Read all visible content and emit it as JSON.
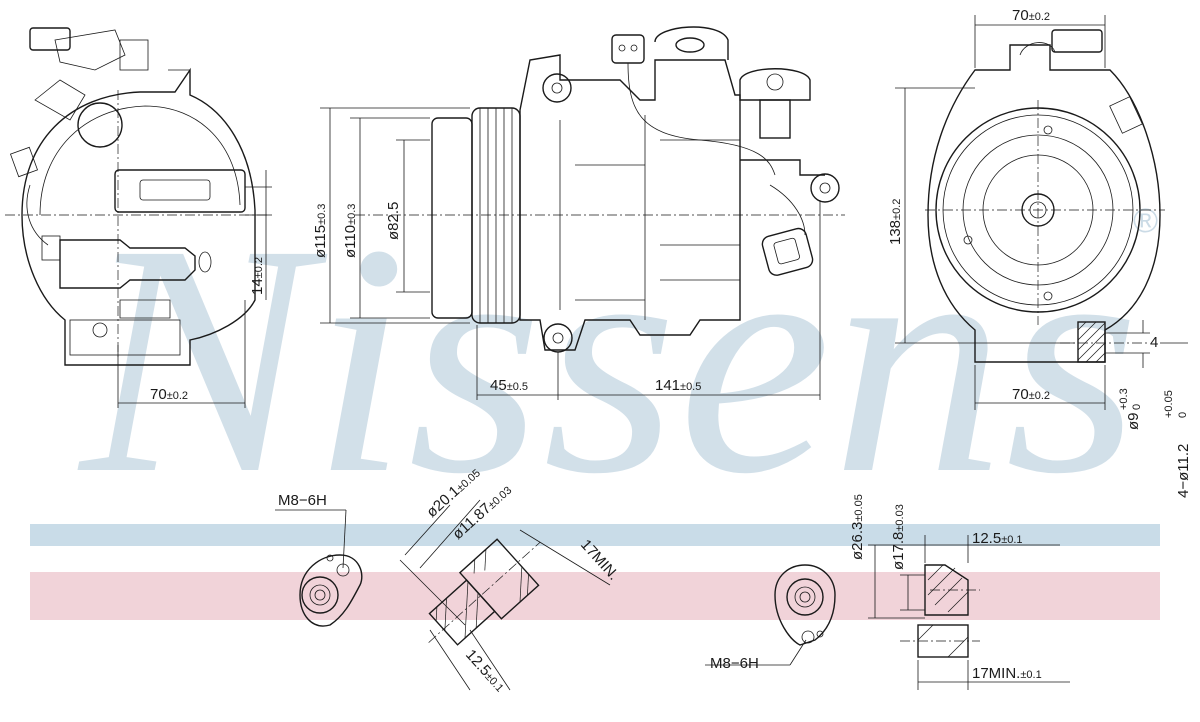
{
  "watermark": {
    "text": "Nissens",
    "mark": "®",
    "color": "#cbdbe6"
  },
  "bands": {
    "blue": "#c9dce8",
    "pink": "#f1d3d9"
  },
  "dimensions": {
    "top_right_width": {
      "value": "70",
      "tol": "±0.2"
    },
    "left_width": {
      "value": "70",
      "tol": "±0.2"
    },
    "right_width": {
      "value": "70",
      "tol": "±0.2"
    },
    "left_offset": {
      "value": "14",
      "tol": "±0.2"
    },
    "pulley_outer": {
      "value": "ø115",
      "tol": "±0.3"
    },
    "pulley_inner": {
      "value": "ø110",
      "tol": "±0.3"
    },
    "pulley_hub": {
      "value": "ø82.5",
      "tol": ""
    },
    "len_front": {
      "value": "45",
      "tol": "±0.5"
    },
    "len_body": {
      "value": "141",
      "tol": "±0.5"
    },
    "height": {
      "value": "138",
      "tol": "±0.2"
    },
    "small_gap": {
      "value": "4",
      "tol": ""
    },
    "hole_small": {
      "value": "ø9",
      "tol_up": "+0.3",
      "tol_low": "0"
    },
    "hole_mount": {
      "value": "4−ø11.2",
      "tol_up": "+0.05",
      "tol_low": "0"
    },
    "port_outer_left": {
      "value": "ø20.1",
      "tol": "±0.05"
    },
    "port_inner_left": {
      "value": "ø11.87",
      "tol": "±0.03"
    },
    "port_depth_left": {
      "value": "17MIN.",
      "tol": ""
    },
    "port_len_left": {
      "value": "12.5",
      "tol": "±0.1"
    },
    "thread_left": {
      "value": "M8−6H"
    },
    "port_outer_right": {
      "value": "ø26.3",
      "tol": "±0.05"
    },
    "port_inner_right": {
      "value": "ø17.8",
      "tol": "±0.03"
    },
    "port_len_right": {
      "value": "12.5",
      "tol": "±0.1"
    },
    "port_depth_right": {
      "value": "17MIN.",
      "tol": "±0.1"
    },
    "thread_right": {
      "value": "M8−6H"
    }
  }
}
